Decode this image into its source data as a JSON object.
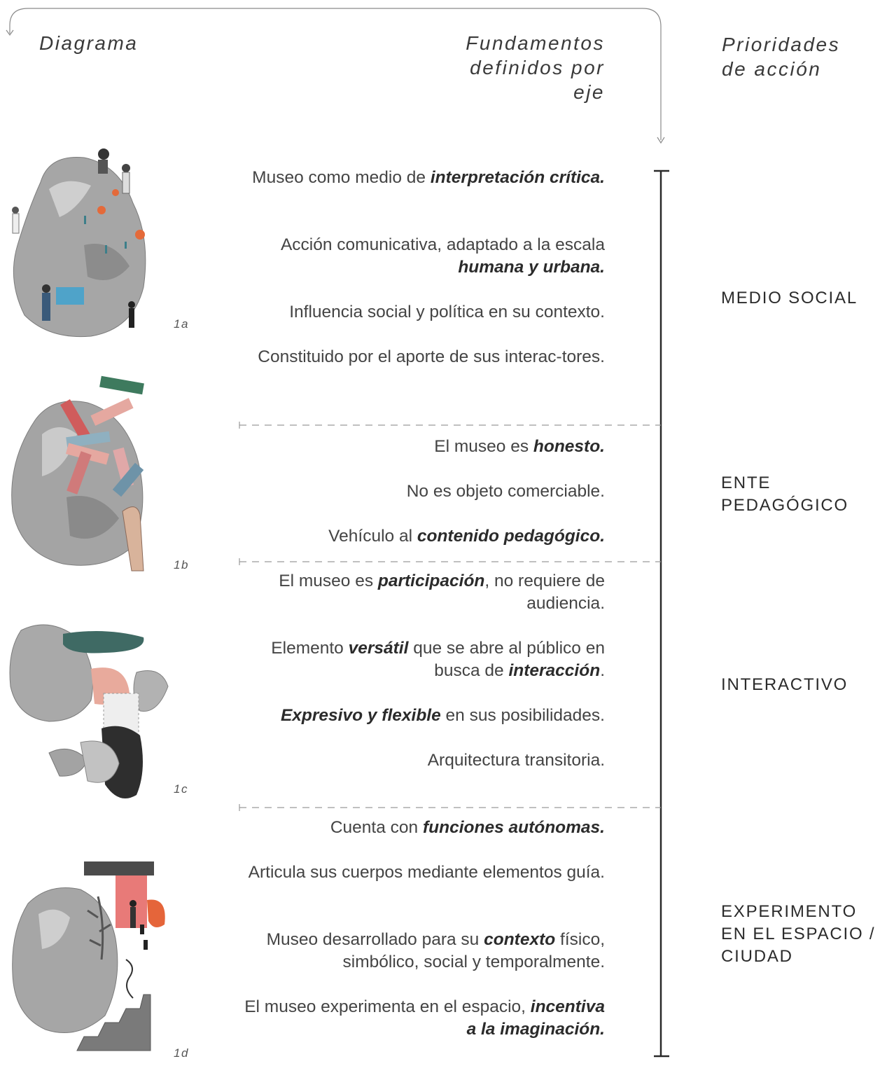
{
  "headers": {
    "diagram": "Diagrama",
    "fundamentos": [
      "Fundamentos",
      "definidos por",
      "eje"
    ],
    "prioridades": [
      "Prioridades",
      "de acción"
    ]
  },
  "figure_labels": [
    "1a",
    "1b",
    "1c",
    "1d"
  ],
  "sections": [
    {
      "priority": [
        "MEDIO SOCIAL"
      ],
      "items": [
        [
          {
            "t": "Museo como medio de "
          },
          {
            "t": "interpretación crítica.",
            "b": true
          }
        ],
        [
          {
            "t": "Acción comunicativa, adaptado a la escala "
          },
          {
            "t": "humana y urbana.",
            "b": true
          }
        ],
        [
          {
            "t": "Influencia social y política en su contexto."
          }
        ],
        [
          {
            "t": "Constituido por el aporte de sus interac-tores."
          }
        ]
      ]
    },
    {
      "priority": [
        "ENTE",
        "PEDAGÓGICO"
      ],
      "items": [
        [
          {
            "t": "El museo es "
          },
          {
            "t": "honesto.",
            "b": true
          }
        ],
        [
          {
            "t": "No es objeto comerciable."
          }
        ],
        [
          {
            "t": "Vehículo al "
          },
          {
            "t": "contenido pedagógico.",
            "b": true
          }
        ]
      ]
    },
    {
      "priority": [
        "INTERACTIVO"
      ],
      "items": [
        [
          {
            "t": "El museo es "
          },
          {
            "t": "participación",
            "b": true
          },
          {
            "t": ", no requiere de audiencia."
          }
        ],
        [
          {
            "t": "Elemento "
          },
          {
            "t": "versátil",
            "b": true
          },
          {
            "t": " que se abre al público en busca de "
          },
          {
            "t": "interacción",
            "b": true
          },
          {
            "t": "."
          }
        ],
        [
          {
            "t": "Expresivo y flexible",
            "b": true
          },
          {
            "t": " en sus posibilidades."
          }
        ],
        [
          {
            "t": "Arquitectura transitoria."
          }
        ]
      ]
    },
    {
      "priority": [
        "EXPERIMENTO",
        "EN EL ESPACIO /",
        "CIUDAD"
      ],
      "items": [
        [
          {
            "t": "Cuenta con "
          },
          {
            "t": "funciones autónomas.",
            "b": true
          }
        ],
        [
          {
            "t": "Articula sus cuerpos mediante elementos guía."
          }
        ],
        [
          {
            "t": "Museo desarrollado para su "
          },
          {
            "t": "contexto",
            "b": true
          },
          {
            "t": " físico, simbólico, social y temporalmente."
          }
        ],
        [
          {
            "t": "El museo experimenta en el espacio, "
          },
          {
            "t": "incentiva a la imaginación.",
            "b": true
          }
        ]
      ]
    }
  ],
  "colors": {
    "text": "#3a3a3a",
    "rock": "#9a9a9a",
    "accent_orange": "#e46a3a",
    "accent_teal": "#4a6e68",
    "accent_pink": "#e5a8a0",
    "accent_red": "#d05c5c",
    "accent_blue": "#7fa3b0"
  }
}
